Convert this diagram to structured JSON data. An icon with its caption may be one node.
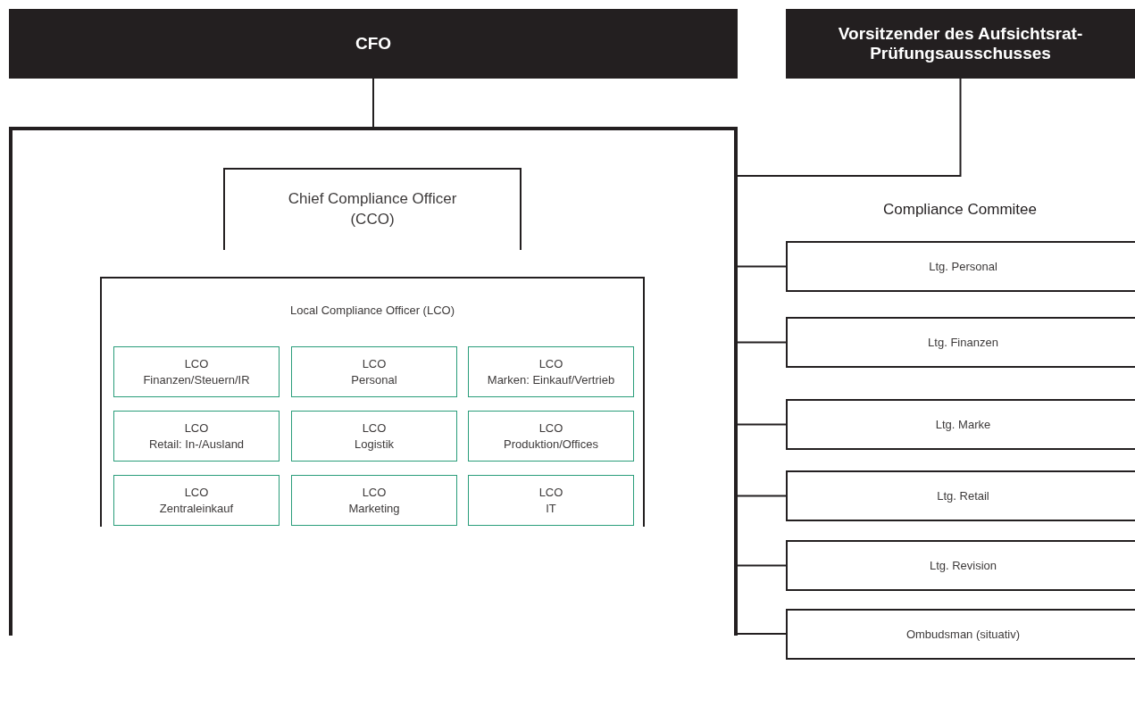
{
  "diagram": {
    "nodes": [
      {
        "text": [
          "CFO"
        ]
      },
      {
        "text": [
          "Vorsitzender des Aufsichtsrat-Prüfungsausschusses"
        ]
      },
      {
        "text": [],
        "shape": "box"
      },
      {
        "text": [
          "Chief Compliance Officer (CCO)"
        ],
        "in": 2
      },
      {
        "text": [
          "Local Compliance Officer (LCO)"
        ],
        "in": 2
      },
      {
        "text": [
          "LCO",
          "Finanzen/Steuern/IR"
        ],
        "in": 4
      },
      {
        "text": [
          "LCO",
          "Personal"
        ],
        "in": 4
      },
      {
        "text": [
          "LCO",
          "Marken: Einkauf/Vertrieb"
        ],
        "in": 4
      },
      {
        "text": [
          "LCO",
          "Retail: In-/Ausland"
        ],
        "in": 4
      },
      {
        "text": [
          "LCO",
          "Logistik"
        ],
        "in": 4
      },
      {
        "text": [
          "LCO",
          "Produktion/Offices"
        ],
        "in": 4
      },
      {
        "text": [
          "LCO",
          "Zentraleinkauf"
        ],
        "in": 4
      },
      {
        "text": [
          "LCO",
          "Marketing"
        ],
        "in": 4
      },
      {
        "text": [
          "LCO",
          "IT"
        ],
        "in": 4
      },
      {
        "text": [
          "Ltg. Personal"
        ]
      },
      {
        "text": [
          "Ltg. Finanzen"
        ]
      },
      {
        "text": [
          "Ltg. Marke"
        ]
      },
      {
        "text": [
          "Ltg. Retail"
        ]
      },
      {
        "text": [
          "Ltg. Revision"
        ]
      },
      {
        "text": [
          "Ombudsman (situativ)"
        ]
      }
    ],
    "edges": [
      {
        "from": 0,
        "to": 2,
        "arrow": "none"
      },
      {
        "from": 1,
        "to": 2,
        "arrow": "none"
      },
      {
        "from": 2,
        "to": 14,
        "arrow": "none"
      },
      {
        "from": 2,
        "to": 15,
        "arrow": "none"
      },
      {
        "from": 2,
        "to": 16,
        "arrow": "none"
      },
      {
        "from": 2,
        "to": 17,
        "arrow": "none"
      },
      {
        "from": 2,
        "to": 18,
        "arrow": "none"
      },
      {
        "from": 2,
        "to": 19,
        "arrow": "none"
      }
    ],
    "labels": [
      "Compliance Commitee"
    ]
  }
}
